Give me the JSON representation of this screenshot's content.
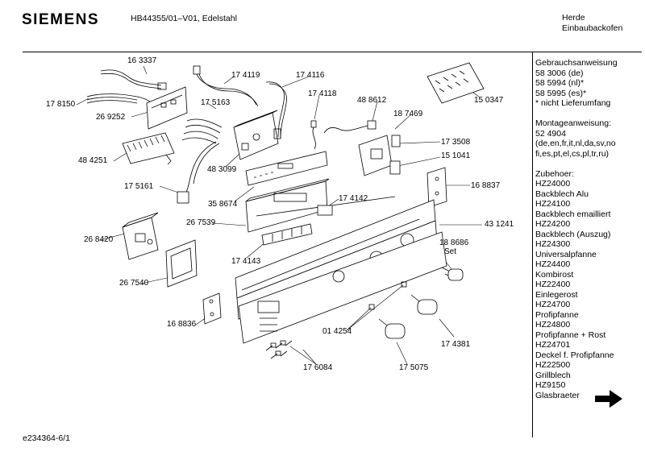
{
  "header": {
    "brand": "SIEMENS",
    "model": "HB44355/01–V01, Edelstahl",
    "category_line1": "Herde",
    "category_line2": "Einbaubackofen"
  },
  "sidebar": {
    "blocks": [
      [
        "Gebrauchsanweisung",
        "58 3006 (de)",
        "58 5994 (nl)*",
        "58 5995 (es)*",
        "* nicht Lieferumfang"
      ],
      [
        "Montageanweisung:",
        "52 4904",
        "(de,en,fr,it,nl,da,sv,no",
        "fi,es,pt,el,cs,pl,tr,ru)"
      ],
      [
        "Zubehoer:",
        "HZ24000",
        "Backblech Alu",
        "HZ24100",
        "Backblech emailliert",
        "HZ24200",
        "Backblech (Auszug)",
        "HZ24300",
        "Universalpfanne",
        "HZ24400",
        "Kombirost",
        "HZ22400",
        "Einlegerost",
        "HZ24700",
        "Profipfanne",
        "HZ24800",
        "Profipfanne + Rost",
        "HZ24701",
        "Deckel f. Profipfanne",
        "HZ22500",
        "Grillblech",
        "HZ9150",
        "Glasbraeter"
      ]
    ]
  },
  "footer": {
    "doc_id": "e234364-6/1"
  },
  "part_labels": {
    "p163337": "16 3337",
    "p178150": "17 8150",
    "p269252": "26 9252",
    "p484251": "48 4251",
    "p175161": "17 5161",
    "p174119": "17 4119",
    "p175163": "17 5163",
    "p174116": "17 4116",
    "p174118": "17 4118",
    "p483099": "48 3099",
    "p358674": "35 8674",
    "p488612": "48 8612",
    "p187469": "18 7469",
    "p150347": "15 0347",
    "p173508": "17 3508",
    "p151041": "15 1041",
    "p168837": "16 8837",
    "p174142": "17 4142",
    "p267539": "26 7539",
    "p431241": "43 1241",
    "p268420": "26 8420",
    "p174143": "17 4143",
    "p188686": "18 8686",
    "set": "Set",
    "p267540": "26 7540",
    "p168836": "16 8836",
    "p014254": "01 4254",
    "p174381": "17 4381",
    "p176084": "17 6084",
    "p175075": "17 5075"
  },
  "icons": {
    "next_page": "right-arrow-icon"
  }
}
